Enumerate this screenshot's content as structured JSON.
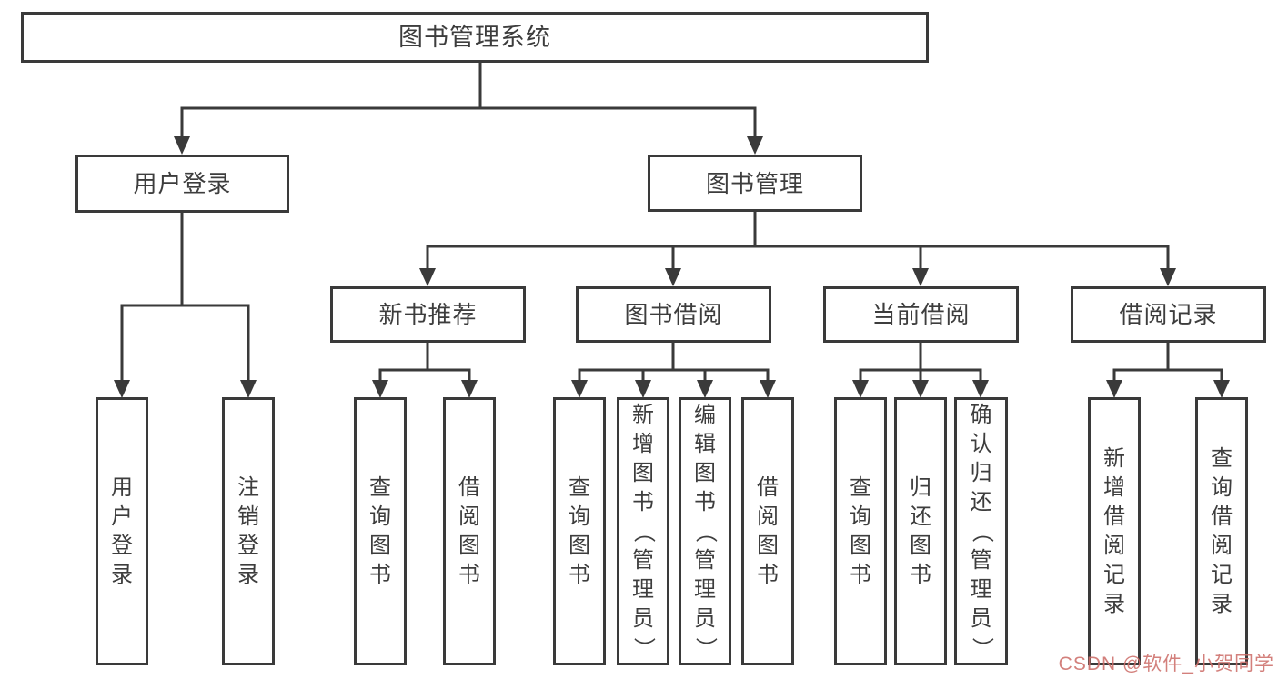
{
  "diagram": {
    "title": "图书管理系统",
    "level2": {
      "user_login": "用户登录",
      "book_management": "图书管理"
    },
    "level3": {
      "new_book_recommend": "新书推荐",
      "book_borrow": "图书借阅",
      "current_borrow": "当前借阅",
      "borrow_record": "借阅记录"
    },
    "leaves": {
      "user_login": [
        "用户登录",
        "注销登录"
      ],
      "new_book_recommend": [
        "查询图书",
        "借阅图书"
      ],
      "book_borrow": [
        "查询图书",
        "新增图书（管理员）",
        "编辑图书（管理员）",
        "借阅图书"
      ],
      "current_borrow": [
        "查询图书",
        "归还图书",
        "确认归还（管理员）"
      ],
      "borrow_record": [
        "新增借阅记录",
        "查询借阅记录"
      ]
    }
  },
  "watermark": {
    "text": "CSDN @软件_小贺同学",
    "color": "#cd6f6a"
  },
  "colors": {
    "line": "#3a3a3a",
    "text": "#3d3d3d",
    "background": "#ffffff"
  }
}
